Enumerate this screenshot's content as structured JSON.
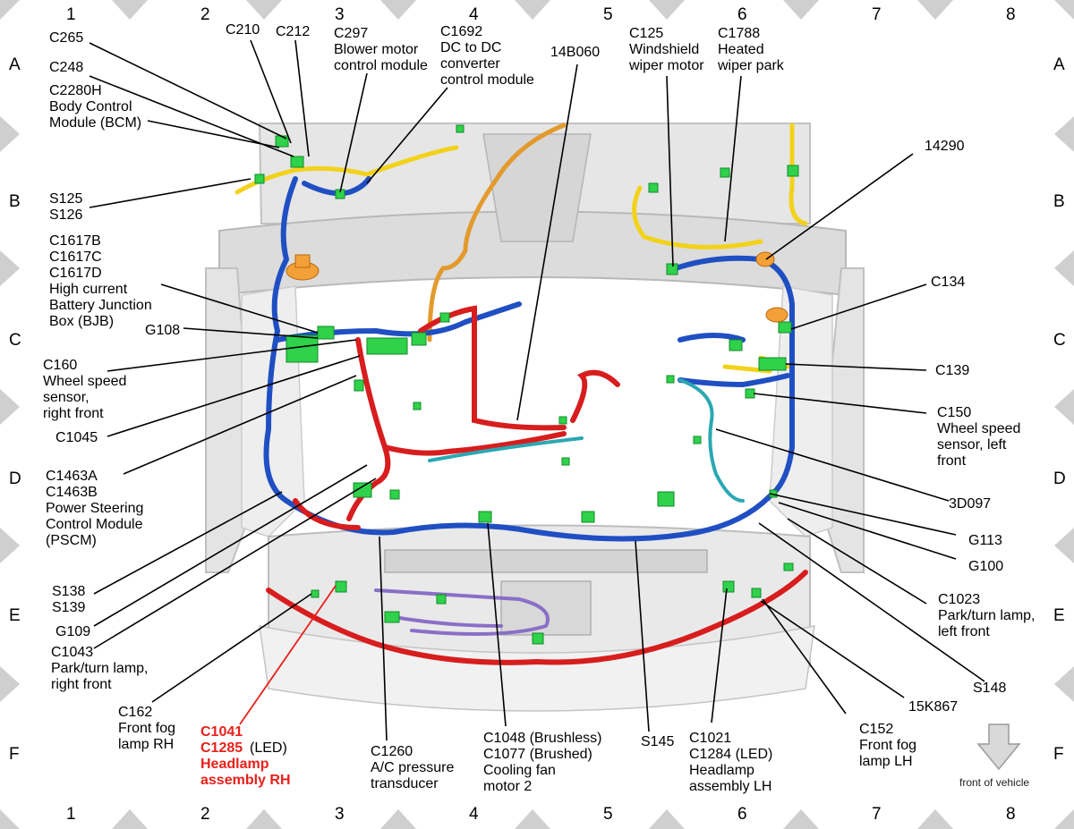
{
  "grid": {
    "columns": [
      "1",
      "2",
      "3",
      "4",
      "5",
      "6",
      "7",
      "8"
    ],
    "rows": [
      "A",
      "B",
      "C",
      "D",
      "E",
      "F"
    ]
  },
  "labels": {
    "c265": "C265",
    "c248": "C248",
    "c2280h": [
      "C2280H",
      "Body Control",
      "Module (BCM)"
    ],
    "c210": "C210",
    "c212": "C212",
    "c297": [
      "C297",
      "Blower motor",
      "control module"
    ],
    "c1692": [
      "C1692",
      "DC to DC",
      "converter",
      "control module"
    ],
    "b14b060": "14B060",
    "c125": [
      "C125",
      "Windshield",
      "wiper motor"
    ],
    "c1788": [
      "C1788",
      "Heated",
      "wiper park"
    ],
    "b14290": "14290",
    "s125": [
      "S125",
      "S126"
    ],
    "bjb": [
      "C1617B",
      "C1617C",
      "C1617D",
      "High current",
      "Battery Junction",
      "Box (BJB)"
    ],
    "c134": "C134",
    "g108": "G108",
    "c160": [
      "C160",
      "Wheel speed",
      "sensor,",
      "right front"
    ],
    "c139": "C139",
    "c150": [
      "C150",
      "Wheel speed",
      "sensor, left",
      "front"
    ],
    "c1045": "C1045",
    "pscm": [
      "C1463A",
      "C1463B",
      "Power Steering",
      "Control Module",
      "(PSCM)"
    ],
    "b3d097": "3D097",
    "g113": "G113",
    "g100": "G100",
    "s138": [
      "S138",
      "S139"
    ],
    "c1023": [
      "C1023",
      "Park/turn lamp,",
      "left front"
    ],
    "g109": "G109",
    "c1043": [
      "C1043",
      "Park/turn lamp,",
      "right front"
    ],
    "s148": "S148",
    "b15k867": "15K867",
    "c162": [
      "C162",
      "Front fog",
      "lamp RH"
    ],
    "c1041_red": [
      "C1041",
      "C1285"
    ],
    "c1285_led": "(LED)",
    "headlamp_rh_red": [
      "Headlamp",
      "assembly RH"
    ],
    "c1260": [
      "C1260",
      "A/C pressure",
      "transducer"
    ],
    "c1048": [
      "C1048 (Brushless)",
      "C1077 (Brushed)",
      "Cooling fan",
      "motor 2"
    ],
    "s145": "S145",
    "c1021": [
      "C1021",
      "C1284 (LED)",
      "Headlamp",
      "assembly LH"
    ],
    "c152": [
      "C152",
      "Front fog",
      "lamp LH"
    ],
    "front_of_vehicle": "front of vehicle"
  },
  "colors": {
    "harness_blue": "#1f4fc2",
    "harness_red": "#d71d1d",
    "harness_yellow": "#f2d21a",
    "harness_orange": "#e39a2c",
    "harness_teal": "#2aa8b3",
    "harness_purple": "#8a6fc7",
    "connector_green": "#2fd24a",
    "callout_red": "#e8201a"
  },
  "icons": [
    "arrow-down-icon"
  ]
}
